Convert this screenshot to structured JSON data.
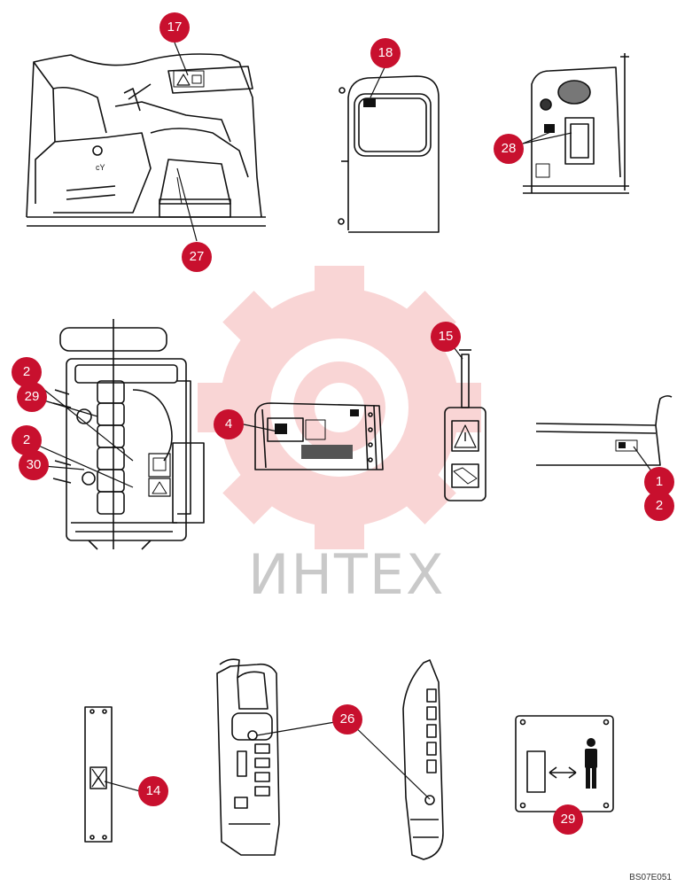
{
  "watermark_text": "ИНТЕХ",
  "drawing_code": "BS07E051",
  "callouts": [
    {
      "label": "17"
    },
    {
      "label": "27"
    },
    {
      "label": "18"
    },
    {
      "label": "28"
    },
    {
      "label": "2"
    },
    {
      "label": "29"
    },
    {
      "label": "2"
    },
    {
      "label": "30"
    },
    {
      "label": "4"
    },
    {
      "label": "15"
    },
    {
      "label": "1"
    },
    {
      "label": "2"
    },
    {
      "label": "14"
    },
    {
      "label": "26"
    },
    {
      "label": "29"
    }
  ],
  "colors": {
    "callout": "#c8102e",
    "watermark_logo": "#f3b7b7",
    "watermark_text": "#c9c9c9",
    "line": "#111111"
  },
  "icons": [
    "warning-triangle-icon",
    "book-icon",
    "person-icon",
    "double-arrow-icon",
    "no-entry-x-icon"
  ]
}
